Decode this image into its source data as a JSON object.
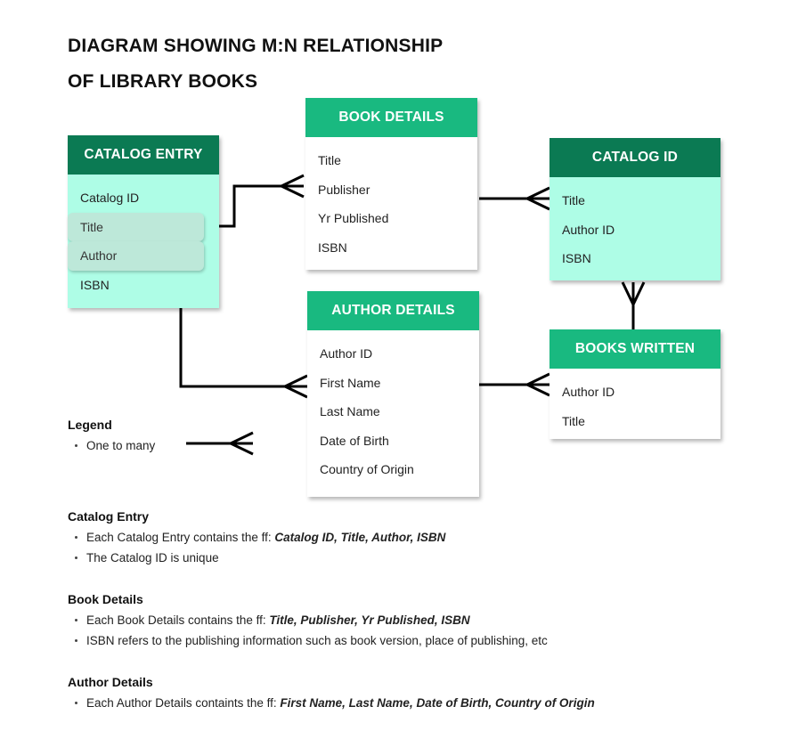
{
  "title": {
    "line1": "DIAGRAM SHOWING M:N RELATIONSHIP",
    "line2": "OF LIBRARY BOOKS"
  },
  "entities": {
    "catalog_entry": {
      "header": "CATALOG ENTRY",
      "fields": [
        "Catalog ID",
        "Title",
        "Author",
        "ISBN"
      ],
      "highlighted_fields": [
        "Title",
        "Author"
      ]
    },
    "book_details": {
      "header": "BOOK DETAILS",
      "fields": [
        "Title",
        "Publisher",
        "Yr Published",
        "ISBN"
      ]
    },
    "catalog_id": {
      "header": "CATALOG ID",
      "fields": [
        "Title",
        "Author ID",
        "ISBN"
      ]
    },
    "author_details": {
      "header": "AUTHOR DETAILS",
      "fields": [
        "Author ID",
        "First Name",
        "Last Name",
        "Date of Birth",
        "Country of Origin"
      ]
    },
    "books_written": {
      "header": "BOOKS WRITTEN",
      "fields": [
        "Author ID",
        "Title"
      ]
    }
  },
  "legend": {
    "title": "Legend",
    "items": [
      {
        "label": "One to many"
      }
    ]
  },
  "notes": [
    {
      "heading": "Catalog Entry",
      "items": [
        {
          "text": "Each Catalog Entry contains the ff: ",
          "emphasis": "Catalog ID, Title, Author, ISBN"
        },
        {
          "text": "The Catalog ID is unique",
          "emphasis": ""
        }
      ]
    },
    {
      "heading": "Book Details",
      "items": [
        {
          "text": "Each Book Details contains the ff: ",
          "emphasis": "Title, Publisher, Yr Published, ISBN"
        },
        {
          "text": "ISBN refers to the publishing information such as book version, place of publishing, etc",
          "emphasis": ""
        }
      ]
    },
    {
      "heading": "Author Details",
      "items": [
        {
          "text": "Each Author Details containts the ff: ",
          "emphasis": "First Name, Last Name, Date of Birth, Country of Origin"
        }
      ]
    }
  ],
  "colors": {
    "header_green": "#19b980",
    "header_dark_green": "#0b7a53",
    "mint_fill": "#aefde6",
    "highlight_row": "#bde8d9",
    "line": "#000000"
  }
}
